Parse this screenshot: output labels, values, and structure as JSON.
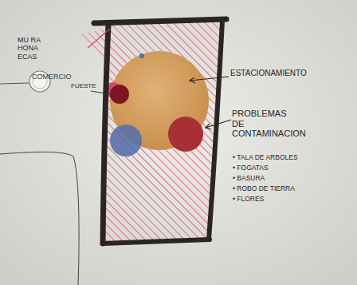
{
  "diagram": {
    "nodes": [
      {
        "text": [
          "COMERCIO"
        ]
      }
    ],
    "labels": [
      "MU RA HONA ECAS",
      "FUESTE",
      "ESTACIONAMIENTO",
      "PROBLEMAS DE CONTAMINACION",
      "• TALA DE ARBOLES",
      "• FOGATAS",
      "• BASURA",
      "• ROBO DE TIERRA",
      "• FLORES"
    ]
  }
}
